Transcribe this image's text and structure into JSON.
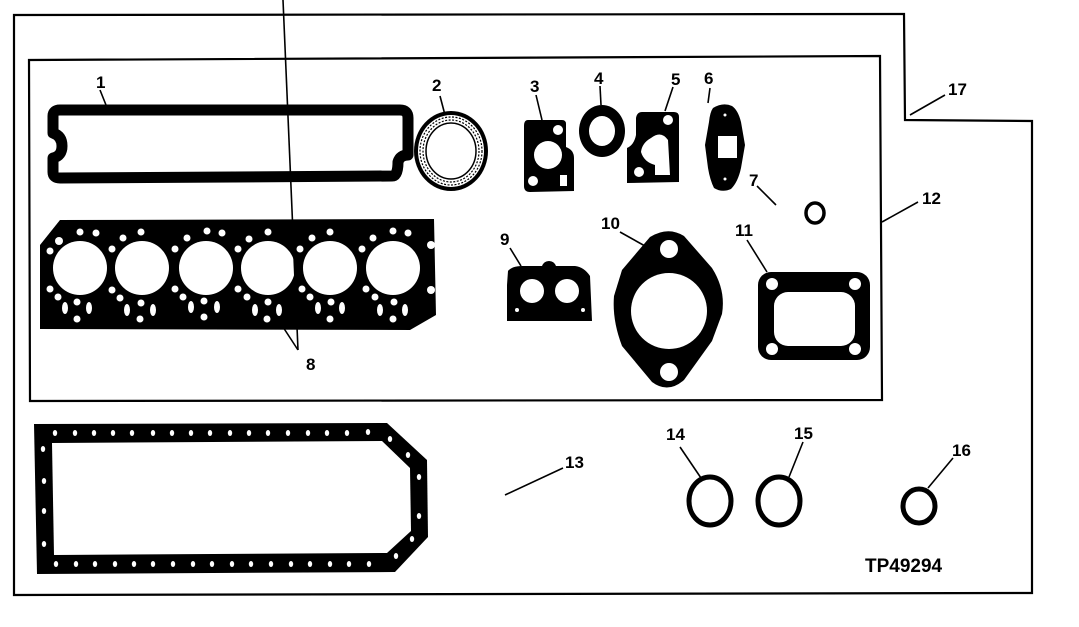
{
  "figure": {
    "code": "TP49294",
    "colors": {
      "ink": "#000000",
      "paper": "#ffffff"
    }
  },
  "callouts": [
    {
      "id": "1",
      "label": "1",
      "part": "rocker-cover-gasket"
    },
    {
      "id": "2",
      "label": "2",
      "part": "seal-ring"
    },
    {
      "id": "3",
      "label": "3",
      "part": "flange-gasket"
    },
    {
      "id": "4",
      "label": "4",
      "part": "round-gasket"
    },
    {
      "id": "5",
      "label": "5",
      "part": "elbow-gasket"
    },
    {
      "id": "6",
      "label": "6",
      "part": "oval-gasket"
    },
    {
      "id": "7",
      "label": "7",
      "part": "small-o-ring"
    },
    {
      "id": "8",
      "label": "8",
      "part": "cylinder-head-gasket"
    },
    {
      "id": "9",
      "label": "9",
      "part": "twin-port-gasket"
    },
    {
      "id": "10",
      "label": "10",
      "part": "diamond-flange-gasket"
    },
    {
      "id": "11",
      "label": "11",
      "part": "four-bolt-gasket"
    },
    {
      "id": "12",
      "label": "12",
      "part": "upper-gasket-set"
    },
    {
      "id": "13",
      "label": "13",
      "part": "oil-pan-gasket"
    },
    {
      "id": "14",
      "label": "14",
      "part": "o-ring"
    },
    {
      "id": "15",
      "label": "15",
      "part": "o-ring"
    },
    {
      "id": "16",
      "label": "16",
      "part": "o-ring"
    },
    {
      "id": "17",
      "label": "17",
      "part": "complete-gasket-kit"
    }
  ]
}
